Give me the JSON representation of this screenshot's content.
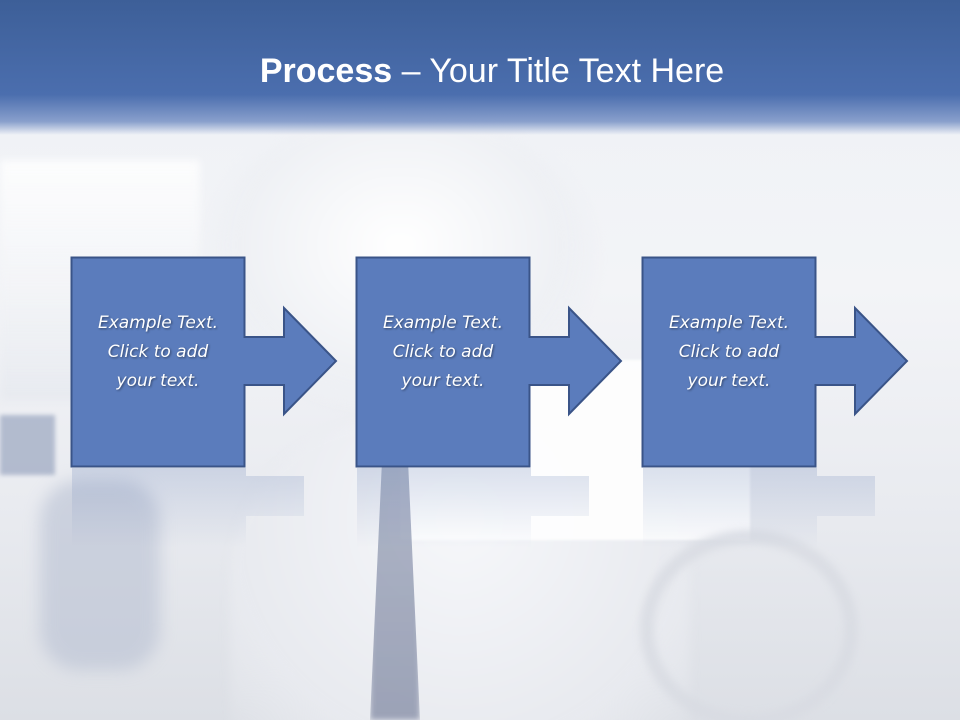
{
  "title": {
    "bold": "Process",
    "rest": " – Your Title Text Here"
  },
  "steps": [
    {
      "text": "Example Text.\nClick  to add\nyour text."
    },
    {
      "text": "Example Text.\nClick  to add\nyour text."
    },
    {
      "text": "Example Text.\nClick  to add\nyour text."
    }
  ],
  "colors": {
    "header": "#4b6eae",
    "box_fill": "#5b7cbc",
    "box_stroke": "#3a5488",
    "text": "#ffffff"
  }
}
